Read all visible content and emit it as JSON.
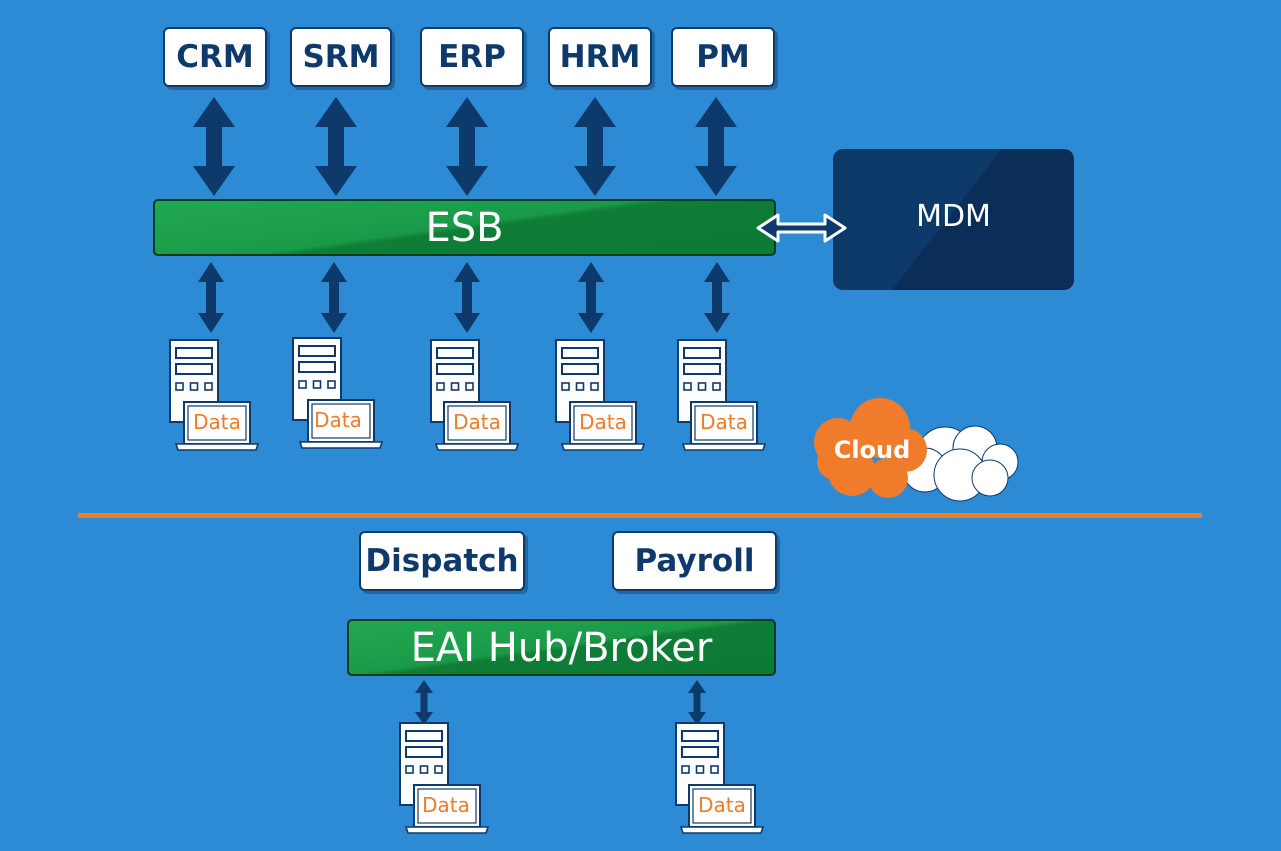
{
  "applications": [
    "CRM",
    "SRM",
    "ERP",
    "HRM",
    "PM"
  ],
  "esb": {
    "label": "ESB"
  },
  "mdm": {
    "label": "MDM"
  },
  "data_label": "Data",
  "cloud": {
    "label": "Cloud"
  },
  "legacy_systems": [
    "Dispatch",
    "Payroll"
  ],
  "eai": {
    "label": "EAI Hub/Broker"
  },
  "colors": {
    "background": "#2c8bd4",
    "dark_navy": "#0d3a6a",
    "bus_green": "#1a9a48",
    "orange": "#f07b2a",
    "white": "#ffffff"
  }
}
